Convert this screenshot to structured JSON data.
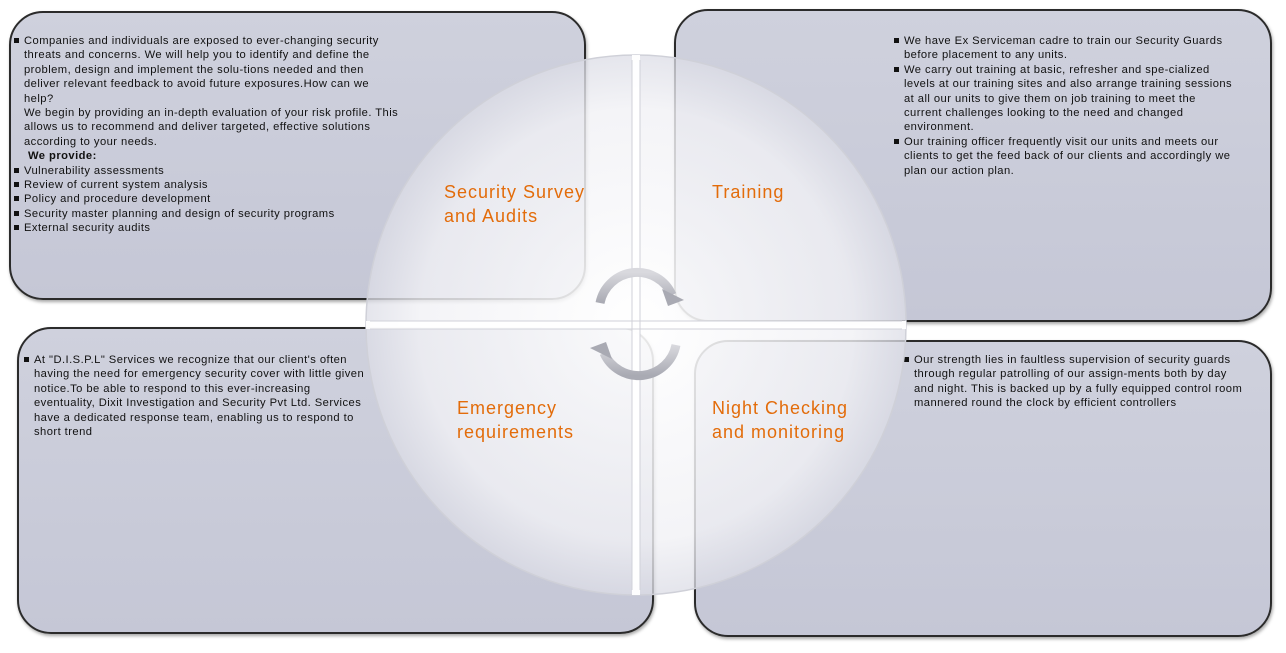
{
  "quadrants": {
    "survey": {
      "title": "Security Survey and Audits",
      "intro_item": "Companies and individuals are exposed to ever-changing security threats and concerns. We will help you to identify and define the problem, design and implement the solu-tions needed and then deliver relevant feedback to avoid future exposures.How can we help?",
      "intro_continuation": "We begin by providing an in-depth evaluation of your risk profile. This allows us to recommend and deliver targeted, effective solutions according to your needs.",
      "provide_heading": "We provide:",
      "items": [
        "Vulnerability assessments",
        "Review of current system analysis",
        "Policy and procedure development",
        "Security master planning and design of security programs",
        "External security audits"
      ]
    },
    "training": {
      "title": "Training",
      "items": [
        "We have Ex Serviceman cadre to train our Security Guards before placement to any units.",
        "We carry out training at basic, refresher and spe-cialized levels at our training sites and also arrange training sessions at all our units to give them on job training to meet the current challenges looking to the need and changed environment.",
        "Our training officer frequently visit our units and meets our clients to get the feed back of our clients and   accordingly we plan our action plan."
      ]
    },
    "emergency": {
      "title": "Emergency requirements",
      "items": [
        "At \"D.I.S.P.L\" Services we recognize that our client's often having the need for emergency security cover with little given notice.To be able to respond to this ever-increasing eventuality,  Dixit Investigation and Security Pvt Ltd. Services have a dedicated response team, enabling us to respond to short trend"
      ]
    },
    "night": {
      "title": "Night Checking and monitoring",
      "items": [
        "Our strength lies in faultless supervision of security guards through regular patrolling of our assign-ments both by day and  night. This is backed up by a fully equipped control room mannered round the clock by efficient controllers"
      ]
    }
  },
  "colors": {
    "label": "#e36c0a",
    "panel_fill": "#c9cbd9",
    "panel_border": "#2b2b2b",
    "text": "#111111"
  },
  "icons": {
    "center": "circular-arrows-icon"
  }
}
